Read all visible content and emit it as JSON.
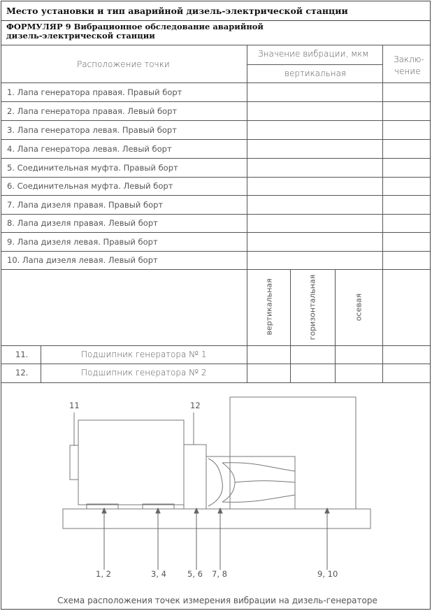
{
  "header": {
    "title": "Место установки и тип аварийной дизель-электрической станции",
    "form_title_line1": "ФОРМУЛЯР  9  Вибрационное обследование  аварийной",
    "form_title_line2": "дизель-электрической станции"
  },
  "table": {
    "col_location": "Расположение точки",
    "col_value": "Значение вибрации, мкм",
    "col_vertical": "вертикальная",
    "col_conclusion_1": "Заклю-",
    "col_conclusion_2": "чение",
    "rows": [
      "1. Лапа генератора правая. Правый борт",
      "2. Лапа генератора правая. Левый борт",
      "3. Лапа генератора левая. Правый борт",
      "4. Лапа генератора левая. Левый борт",
      "5. Соединительная муфта. Правый борт",
      "6. Соединительная муфта. Левый борт",
      "7. Лапа дизеля правая. Правый борт",
      "8. Лапа дизеля правая. Левый борт",
      "9. Лапа дизеля левая. Правый борт",
      "10. Лапа дизеля левая. Левый борт"
    ],
    "sub_headers": [
      "вертикальная",
      "горизонтальная",
      "осевая"
    ],
    "bearing_rows": [
      {
        "num": "11.",
        "label": "Подшипник генератора № 1"
      },
      {
        "num": "12.",
        "label": "Подшипник генератора № 2"
      }
    ]
  },
  "diagram": {
    "labels": {
      "p11": "11",
      "p12": "12",
      "p12_bottom": "1, 2",
      "p34": "3, 4",
      "p56": "5, 6",
      "p78": "7, 8",
      "p910": "9, 10"
    },
    "caption": "Схема расположения точек измерения вибрации на дизель-генераторе"
  }
}
